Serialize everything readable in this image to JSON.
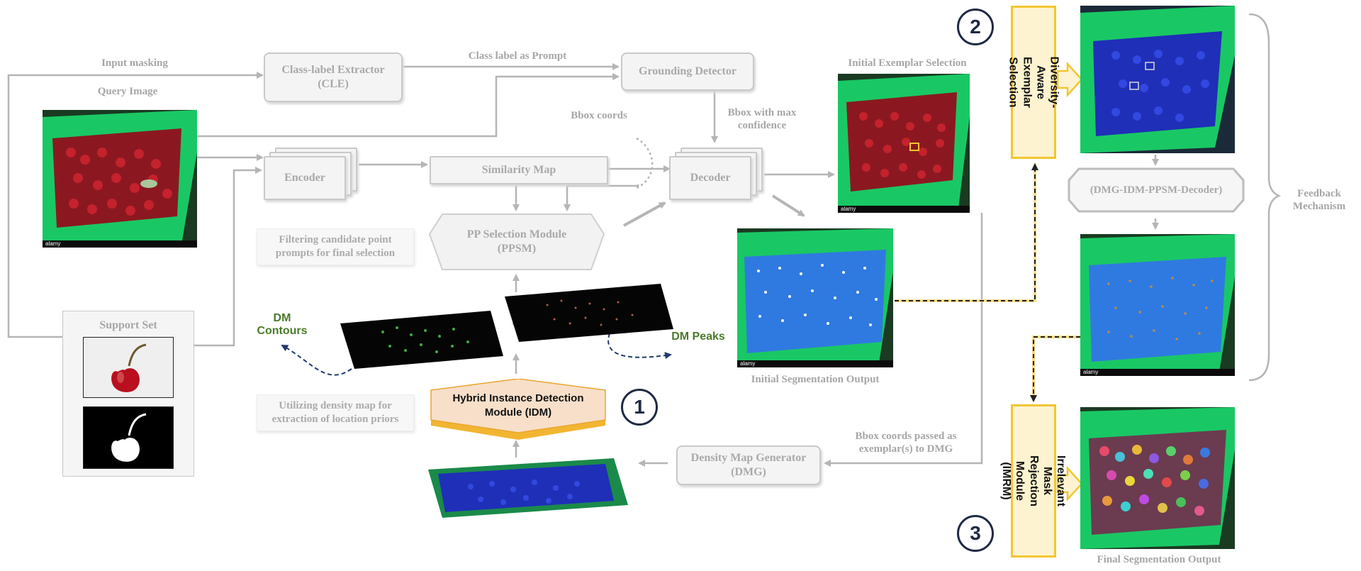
{
  "labels": {
    "input_masking": "Input masking",
    "query_image": "Query Image",
    "class_label_prompt": "Class label as Prompt",
    "bbox_coords": "Bbox coords",
    "bbox_max_conf": "Bbox with max\nconfidence",
    "initial_exemplar": "Initial Exemplar Selection",
    "initial_seg_output": "Initial Segmentation Output",
    "final_seg_output": "Final Segmentation Output",
    "feedback_mechanism": "Feedback\nMechanism",
    "bbox_passed": "Bbox coords passed as\nexemplar(s) to DMG",
    "plus": "+"
  },
  "boxes": {
    "cle": "Class-label Extractor\n(CLE)",
    "grounding": "Grounding Detector",
    "encoder": "Encoder",
    "similarity": "Similarity Map",
    "decoder": "Decoder",
    "ppsm": "PP Selection Module\n(PPSM)",
    "dmg": "Density Map Generator\n(DMG)",
    "loop": "(DMG-IDM-PPSM-Decoder)",
    "support_set": "Support Set"
  },
  "notes": {
    "filtering": "Filtering candidate point\nprompts for final selection",
    "utilizing": "Utilizing density map for\nextraction of location priors"
  },
  "green": {
    "dm_contours": "DM\nContours",
    "dm_peaks": "DM Peaks"
  },
  "highlight": {
    "idm": "Hybrid Instance Detection\nModule (IDM)",
    "diversity": "Diversity-Aware\nExemplar Selection",
    "imrm": "Irrelevant Mask Rejection\nModule (IMRM)"
  },
  "steps": [
    "1",
    "2",
    "3"
  ],
  "watermark": "alamy",
  "colors": {
    "gray_text": "#a6a6a6",
    "green_text": "#4a7a2a",
    "highlight_border": "#f4c531",
    "highlight_fill": "#fdf3d0",
    "idm_fill": "#f7dcc6",
    "idm_border": "#f2b531",
    "step_circle": "#1f2a44",
    "dashed_arrow": "#1f3a6e"
  }
}
